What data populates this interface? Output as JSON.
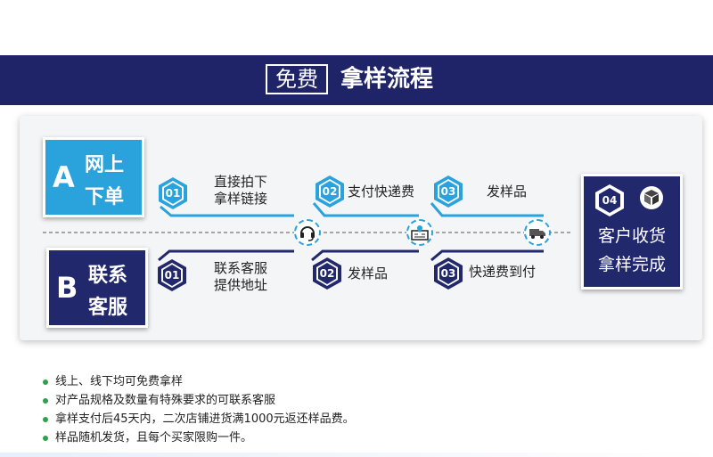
{
  "banner": {
    "tag": "免费",
    "title": "拿样流程"
  },
  "online": {
    "letter": "A",
    "line1": "网上",
    "line2": "下单"
  },
  "offline": {
    "letter": "B",
    "line1": "联系",
    "line2": "客服"
  },
  "online_steps": [
    {
      "num": "01",
      "line1": "直接拍下",
      "line2": "拿样链接"
    },
    {
      "num": "02",
      "line1": "支付快递费",
      "line2": ""
    },
    {
      "num": "03",
      "line1": "发样品",
      "line2": ""
    }
  ],
  "offline_steps": [
    {
      "num": "01",
      "line1": "联系客服",
      "line2": "提供地址"
    },
    {
      "num": "02",
      "line1": "发样品",
      "line2": ""
    },
    {
      "num": "03",
      "line1": "快递费到付",
      "line2": ""
    }
  ],
  "icons": [
    "headset-icon",
    "address-card-icon",
    "truck-icon",
    "package-icon"
  ],
  "final": {
    "num": "04",
    "line1": "客户收货",
    "line2": "拿样完成"
  },
  "notes": [
    "线上、线下均可免费拿样",
    "对产品规格及数量有特殊要求的可联系客服",
    "拿样支付后45天内，二次店铺进货满1000元返还样品费。",
    "样品随机发货，且每个买家限购一件。"
  ],
  "colors": {
    "navy": "#21286b",
    "blue": "#2aa3dc",
    "bullet": "#2aa34a"
  }
}
